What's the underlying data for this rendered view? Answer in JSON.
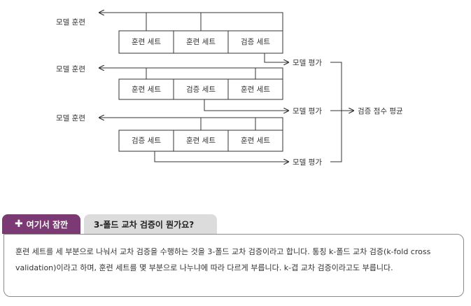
{
  "diagram": {
    "model_train": "모델 훈련",
    "model_eval": "모델 평가",
    "avg_label": "검증 점수 평균",
    "folds": [
      {
        "cells": [
          "훈련 세트",
          "훈련 세트",
          "검증 세트"
        ]
      },
      {
        "cells": [
          "훈련 세트",
          "검증 세트",
          "훈련 세트"
        ]
      },
      {
        "cells": [
          "검증 세트",
          "훈련 세트",
          "훈련 세트"
        ]
      }
    ]
  },
  "note": {
    "tab_label": "여기서 잠깐",
    "title": "3-폴드 교차 검증이 뭔가요?",
    "body": "훈련 세트를 세 부분으로 나눠서 교차 검증을 수행하는 것을 3-폴드 교차 검증이라고 합니다. 통칭 k-폴드 교차 검증(k-fold cross validation)이라고 하며, 훈련 세트를 몇 부분으로 나누냐에 따라 다르게 부릅니다. k-겹 교차 검증이라고도 부릅니다."
  }
}
